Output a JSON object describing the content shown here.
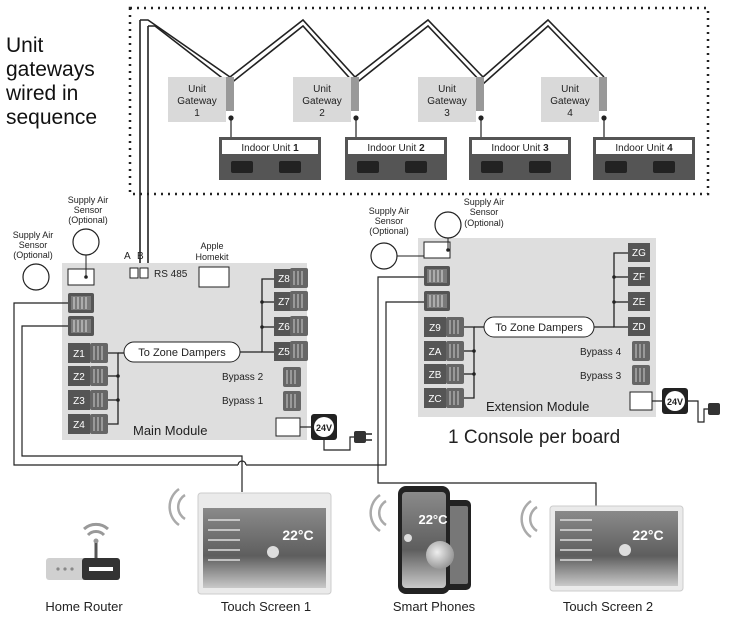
{
  "heading_lines": [
    "Unit",
    "gateways",
    "wired in",
    "sequence"
  ],
  "gateways": [
    {
      "line1": "Unit",
      "line2": "Gateway",
      "number": "1"
    },
    {
      "line1": "Unit",
      "line2": "Gateway",
      "number": "2"
    },
    {
      "line1": "Unit",
      "line2": "Gateway",
      "number": "3"
    },
    {
      "line1": "Unit",
      "line2": "Gateway",
      "number": "4"
    }
  ],
  "indoor_units": [
    {
      "label": "Indoor Unit",
      "number": "1"
    },
    {
      "label": "Indoor Unit",
      "number": "2"
    },
    {
      "label": "Indoor Unit",
      "number": "3"
    },
    {
      "label": "Indoor Unit",
      "number": "4"
    }
  ],
  "main_module": {
    "name": "Main Module",
    "rs485_label": "RS 485",
    "pin_a": "A",
    "pin_b": "B",
    "apple_homekit": [
      "Apple",
      "Homekit"
    ],
    "to_zone_dampers": "To Zone Dampers",
    "zones_left": [
      "Z1",
      "Z2",
      "Z3",
      "Z4"
    ],
    "zones_right": [
      "Z8",
      "Z7",
      "Z6",
      "Z5"
    ],
    "bypass_labels": [
      "Bypass 2",
      "Bypass 1"
    ],
    "power": "24V",
    "supply_air_sensor_right": [
      "Supply Air",
      "Sensor",
      "(Optional)"
    ],
    "supply_air_sensor_left": [
      "Supply Air",
      "Sensor",
      "(Optional)"
    ]
  },
  "extension_module": {
    "name": "Extension Module",
    "to_zone_dampers": "To Zone Dampers",
    "zones_left": [
      "Z9",
      "ZA",
      "ZB",
      "ZC"
    ],
    "zones_right": [
      "ZG",
      "ZF",
      "ZE",
      "ZD"
    ],
    "bypass_labels": [
      "Bypass 4",
      "Bypass 3"
    ],
    "power": "24V",
    "supply_air_sensor_left": [
      "Supply Air",
      "Sensor",
      "(Optional)"
    ],
    "supply_air_sensor_right": [
      "Supply Air",
      "Sensor",
      "(Optional)"
    ]
  },
  "console_note": "1 Console per board",
  "devices": [
    {
      "label": "Home Router",
      "icon": "wifi-router-icon"
    },
    {
      "label": "Touch Screen 1",
      "icon": "touch-screen-icon"
    },
    {
      "label": "Smart Phones",
      "icon": "smartphone-icon"
    },
    {
      "label": "Touch Screen 2",
      "icon": "touch-screen-icon"
    }
  ],
  "screen_temperature": "22°C"
}
